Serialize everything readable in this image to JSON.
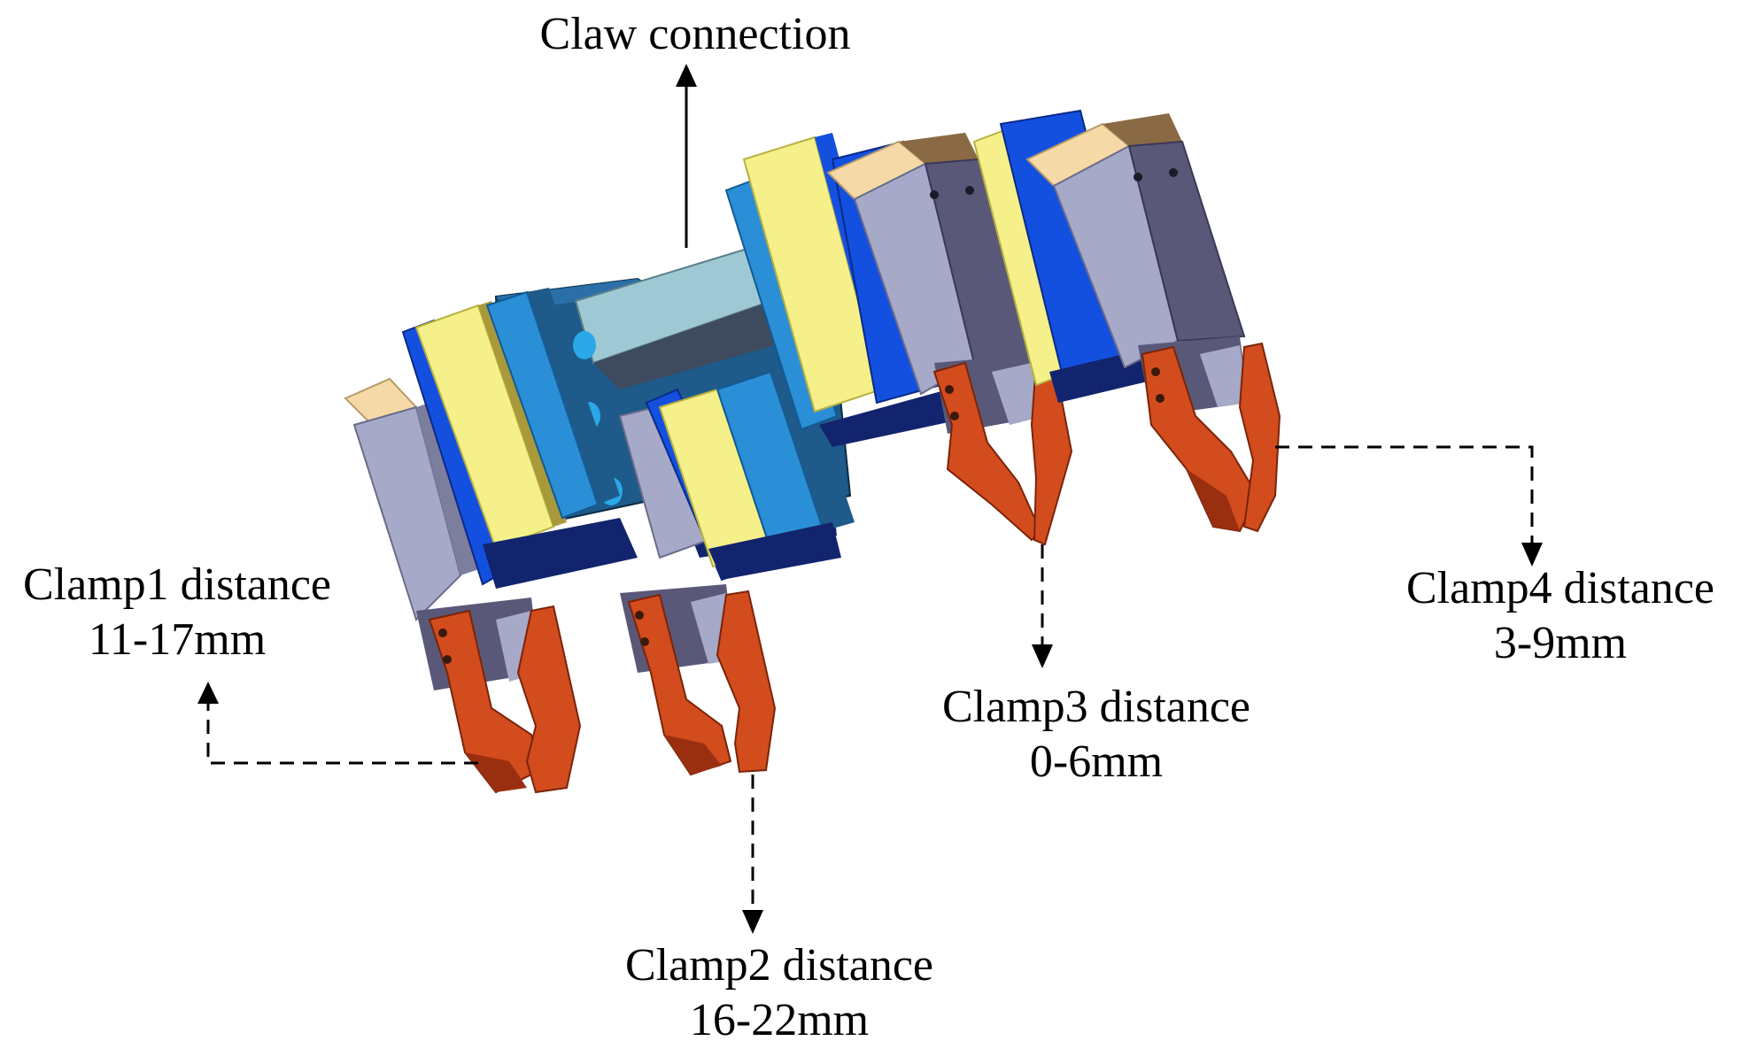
{
  "title": "Claw connection",
  "clamps": [
    {
      "name": "Clamp1 distance",
      "range": "11-17mm"
    },
    {
      "name": "Clamp2 distance",
      "range": "16-22mm"
    },
    {
      "name": "Clamp3 distance",
      "range": "0-6mm"
    },
    {
      "name": "Clamp4 distance",
      "range": "3-9mm"
    }
  ],
  "colors": {
    "plate_dark": "#1e5a8a",
    "plate_mid": "#2a8fd6",
    "plate_blue": "#1450e0",
    "yellow": "#f5f08a",
    "beige": "#f5d9a6",
    "gray_light": "#a6a9c8",
    "gray_dark": "#5a5878",
    "finger": "#d24c1e",
    "finger_dark": "#9a2f10",
    "bar": "#9ec9d4",
    "brown": "#8a6a44"
  }
}
